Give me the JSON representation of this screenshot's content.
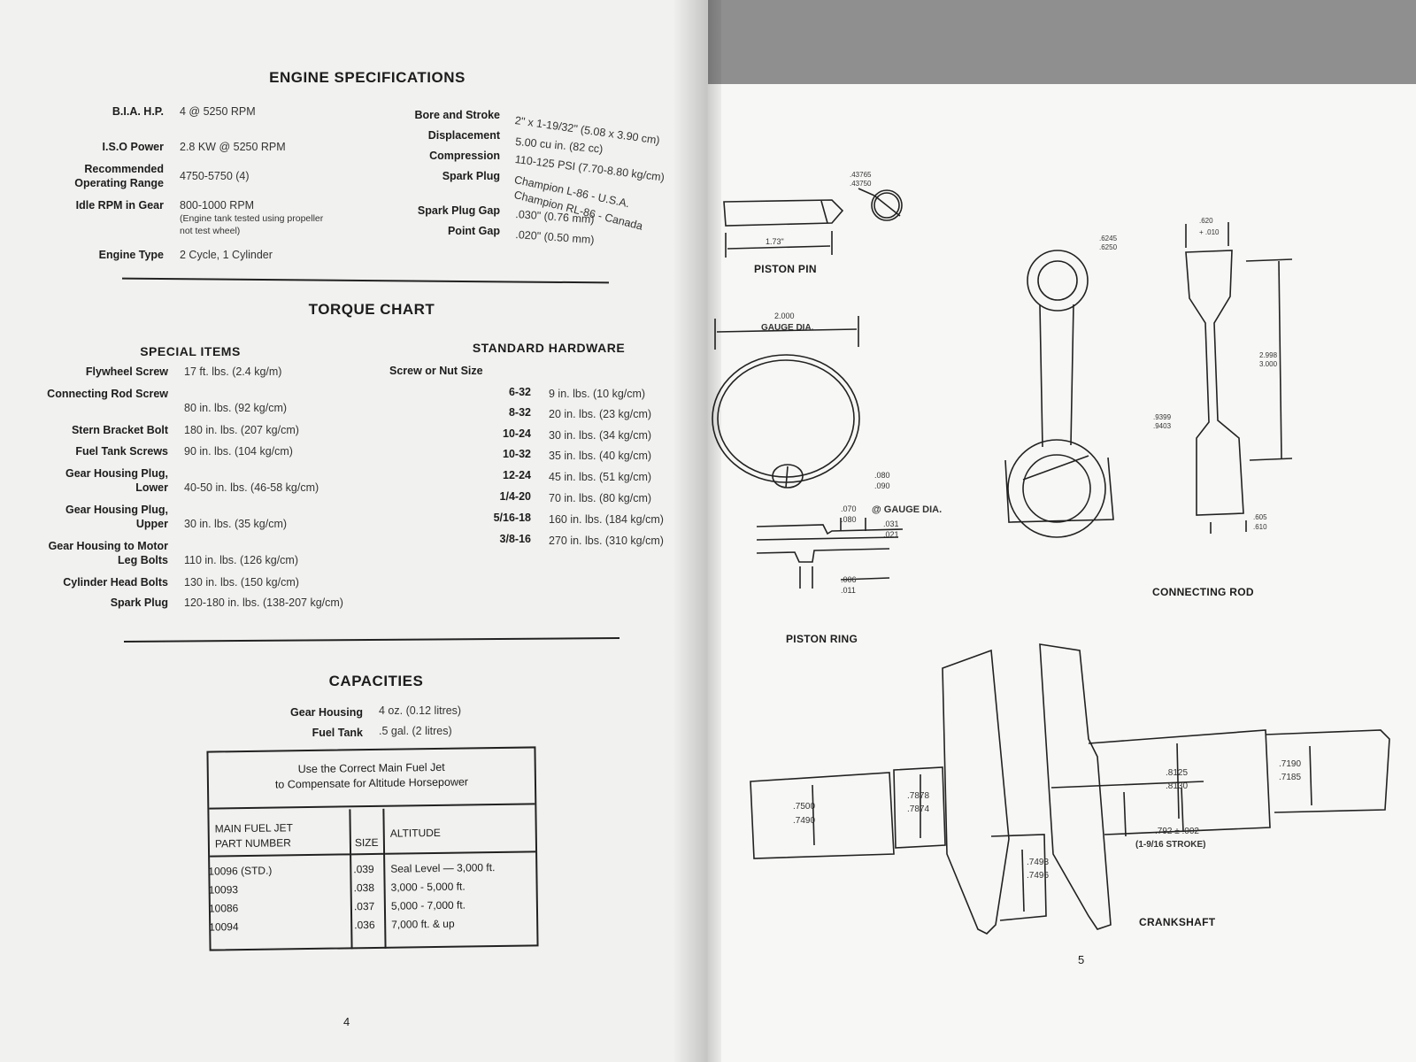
{
  "engine_specs": {
    "title": "ENGINE SPECIFICATIONS",
    "left": [
      {
        "label": "B.I.A. H.P.",
        "value": "4 @ 5250 RPM"
      },
      {
        "label": "I.S.O Power",
        "value": "2.8 KW @ 5250 RPM"
      },
      {
        "label": "Recommended Operating Range",
        "value": "4750-5750 (4)"
      },
      {
        "label": "Idle RPM in Gear",
        "value": "800-1000 RPM",
        "note": "(Engine tank tested using propeller not test wheel)"
      },
      {
        "label": "Engine Type",
        "value": "2 Cycle, 1 Cylinder"
      }
    ],
    "right": [
      {
        "label": "Bore and Stroke",
        "value": "2\" x 1-19/32\" (5.08 x 3.90 cm)"
      },
      {
        "label": "Displacement",
        "value": "5.00 cu in. (82 cc)"
      },
      {
        "label": "Compression",
        "value": "110-125 PSI (7.70-8.80 kg/cm)"
      },
      {
        "label": "Spark Plug",
        "value": "Champion L-86 - U.S.A.",
        "value2": "Champion RL-86 - Canada"
      },
      {
        "label": "Spark Plug Gap",
        "value": ".030\" (0.76 mm)"
      },
      {
        "label": "Point Gap",
        "value": ".020\" (0.50 mm)"
      }
    ]
  },
  "torque": {
    "title": "TORQUE CHART",
    "special_title": "SPECIAL ITEMS",
    "special": [
      {
        "label": "Flywheel Screw",
        "value": "17 ft. lbs. (2.4 kg/m)"
      },
      {
        "label": "Connecting Rod Screw",
        "value": "80 in. lbs. (92 kg/cm)"
      },
      {
        "label": "Stern Bracket Bolt",
        "value": "180 in. lbs. (207 kg/cm)"
      },
      {
        "label": "Fuel Tank Screws",
        "value": "90 in. lbs. (104 kg/cm)"
      },
      {
        "label": "Gear Housing Plug, Lower",
        "value": "40-50 in. lbs. (46-58 kg/cm)"
      },
      {
        "label": "Gear Housing Plug, Upper",
        "value": "30 in. lbs. (35 kg/cm)"
      },
      {
        "label": "Gear Housing to Motor Leg Bolts",
        "value": "110 in. lbs. (126 kg/cm)"
      },
      {
        "label": "Cylinder Head Bolts",
        "value": "130 in. lbs. (150 kg/cm)"
      },
      {
        "label": "Spark Plug",
        "value": "120-180 in. lbs. (138-207 kg/cm)"
      }
    ],
    "standard_title": "STANDARD HARDWARE",
    "standard_subtitle": "Screw or Nut Size",
    "standard": [
      {
        "size": "6-32",
        "value": "9 in. lbs. (10 kg/cm)"
      },
      {
        "size": "8-32",
        "value": "20 in. lbs. (23 kg/cm)"
      },
      {
        "size": "10-24",
        "value": "30 in. lbs. (34 kg/cm)"
      },
      {
        "size": "10-32",
        "value": "35 in. lbs. (40 kg/cm)"
      },
      {
        "size": "12-24",
        "value": "45 in. lbs. (51 kg/cm)"
      },
      {
        "size": "1/4-20",
        "value": "70 in. lbs. (80 kg/cm)"
      },
      {
        "size": "5/16-18",
        "value": "160 in. lbs. (184 kg/cm)"
      },
      {
        "size": "3/8-16",
        "value": "270 in. lbs. (310 kg/cm)"
      }
    ]
  },
  "capacities": {
    "title": "CAPACITIES",
    "items": [
      {
        "label": "Gear Housing",
        "value": "4 oz. (0.12 litres)"
      },
      {
        "label": "Fuel Tank",
        "value": ".5 gal. (2 litres)"
      }
    ]
  },
  "fuel_jet": {
    "title_line1": "Use the Correct Main Fuel Jet",
    "title_line2": "to Compensate for Altitude Horsepower",
    "col_part_line1": "MAIN FUEL JET",
    "col_part_line2": "PART NUMBER",
    "col_size": "SIZE",
    "col_altitude": "ALTITUDE",
    "rows": [
      {
        "part": "10096 (STD.)",
        "size": ".039",
        "altitude": "Seal Level — 3,000 ft."
      },
      {
        "part": "10093",
        "size": ".038",
        "altitude": "3,000 - 5,000 ft."
      },
      {
        "part": "10086",
        "size": ".037",
        "altitude": "5,000 - 7,000 ft."
      },
      {
        "part": "10094",
        "size": ".036",
        "altitude": "7,000 ft. & up"
      }
    ]
  },
  "page_left_number": "4",
  "page_right_number": "5",
  "diagrams": {
    "piston_pin": {
      "label": "PISTON PIN",
      "length": "1.73\"",
      "dia_top": ".43765",
      "dia_bottom": ".43750"
    },
    "piston_ring": {
      "label": "PISTON RING",
      "gauge_top": "2.000",
      "gauge_bottom": "GAUGE DIA.",
      "gap_top": ".080",
      "gap_bottom": ".090",
      "w_top": ".070",
      "w_bottom": ".080",
      "w_note": "@ GAUGE DIA.",
      "t_top": ".031",
      "t_bottom": ".021",
      "s_top": ".006",
      "s_bottom": ".011"
    },
    "connecting_rod": {
      "label": "CONNECTING ROD",
      "small_top": ".6245",
      "small_bottom": ".6250",
      "big_top": ".9399",
      "big_bottom": ".9403",
      "len_top": "2.998",
      "len_bottom": "3.000",
      "w_top": ".620",
      "w_bottom": "+ .010",
      "b_top": ".605",
      "b_bottom": ".610"
    },
    "crankshaft": {
      "label": "CRANKSHAFT",
      "a_top": ".7500",
      "a_bottom": ".7490",
      "b_top": ".7878",
      "b_bottom": ".7874",
      "c_top": ".7493",
      "c_bottom": ".7496",
      "d_top": ".8125",
      "d_bottom": ".8130",
      "e_top": ".7190",
      "e_bottom": ".7185",
      "stroke_line1": ".792 ± .002",
      "stroke_line2": "(1-9/16 STROKE)"
    }
  }
}
